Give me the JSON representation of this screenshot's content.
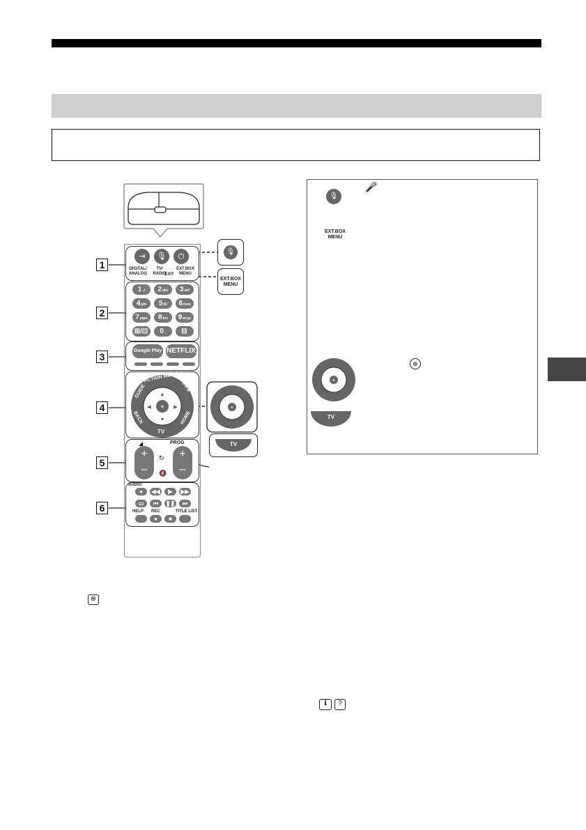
{
  "remote": {
    "group_labels": [
      "1",
      "2",
      "3",
      "4",
      "5",
      "6"
    ],
    "group1": {
      "digital_analog": "DIGITAL/\nANALOG",
      "tv_radio": "TV/\nRADIO",
      "exit": "EXIT",
      "ext_box_menu": "EXT.BOX\nMENU"
    },
    "group2": {
      "keys": [
        {
          "num": "1",
          "sub": ".,/"
        },
        {
          "num": "2",
          "sub": "abc"
        },
        {
          "num": "3",
          "sub": "def"
        },
        {
          "num": "4",
          "sub": "ghi"
        },
        {
          "num": "5",
          "sub": "jkl"
        },
        {
          "num": "6",
          "sub": "mno"
        },
        {
          "num": "7",
          "sub": "pqrs"
        },
        {
          "num": "8",
          "sub": "tuv"
        },
        {
          "num": "9",
          "sub": "wxyz"
        },
        {
          "num": "⊞/⊡",
          "sub": ""
        },
        {
          "num": "0",
          "sub": "_"
        },
        {
          "num": "⊟",
          "sub": ""
        }
      ]
    },
    "group3": {
      "google_play": "Google Play",
      "netflix": "NETFLIX"
    },
    "group4": {
      "guide": "GUIDE",
      "action_menu": "ACTION MENU",
      "apps": "APPS",
      "back": "BACK",
      "home": "HOME",
      "tv": "TV"
    },
    "group5": {
      "prog": "PROG",
      "plus": "+",
      "minus": "–"
    },
    "group6": {
      "audio": "AUDIO",
      "help": "HELP",
      "rec": "REC",
      "title_list": "TITLE LIST"
    }
  },
  "callouts": {
    "ext_box_menu": "EXT.BOX\nMENU",
    "tv": "TV"
  },
  "panel": {
    "ext_box_menu": "EXT.BOX\nMENU",
    "tv": "TV"
  }
}
